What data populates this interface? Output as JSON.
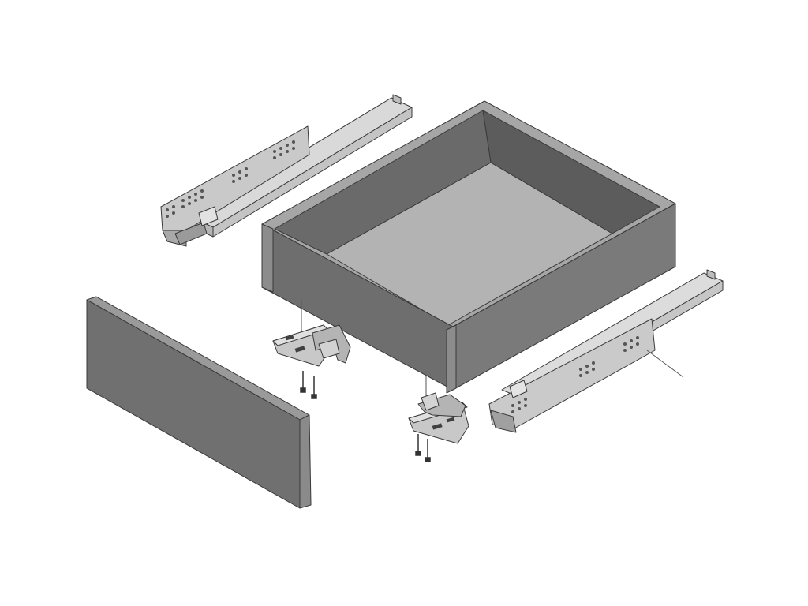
{
  "diagram": {
    "type": "exploded-view",
    "parts": [
      {
        "name": "drawer-box",
        "kind": "box"
      },
      {
        "name": "front-panel",
        "kind": "panel"
      },
      {
        "name": "drawer-slide-left",
        "kind": "runner"
      },
      {
        "name": "drawer-slide-right",
        "kind": "runner"
      },
      {
        "name": "locking-device-left",
        "kind": "clip"
      },
      {
        "name": "locking-device-right",
        "kind": "clip"
      },
      {
        "name": "mounting-screws-left",
        "kind": "screws",
        "count": 2
      },
      {
        "name": "mounting-screws-right",
        "kind": "screws",
        "count": 2
      }
    ],
    "colors": {
      "panel_face": "#707070",
      "panel_top": "#9a9a9a",
      "box_side": "#6e6e6e",
      "box_inner_wall": "#5c5c5c",
      "box_floor": "#b3b3b3",
      "box_rim": "#a6a6a6",
      "box_end": "#888888",
      "metal_light": "#d8d8d8",
      "metal_mid": "#b8b8b8",
      "metal_dark": "#8c8c8c",
      "outline": "#3a3a3a"
    }
  }
}
